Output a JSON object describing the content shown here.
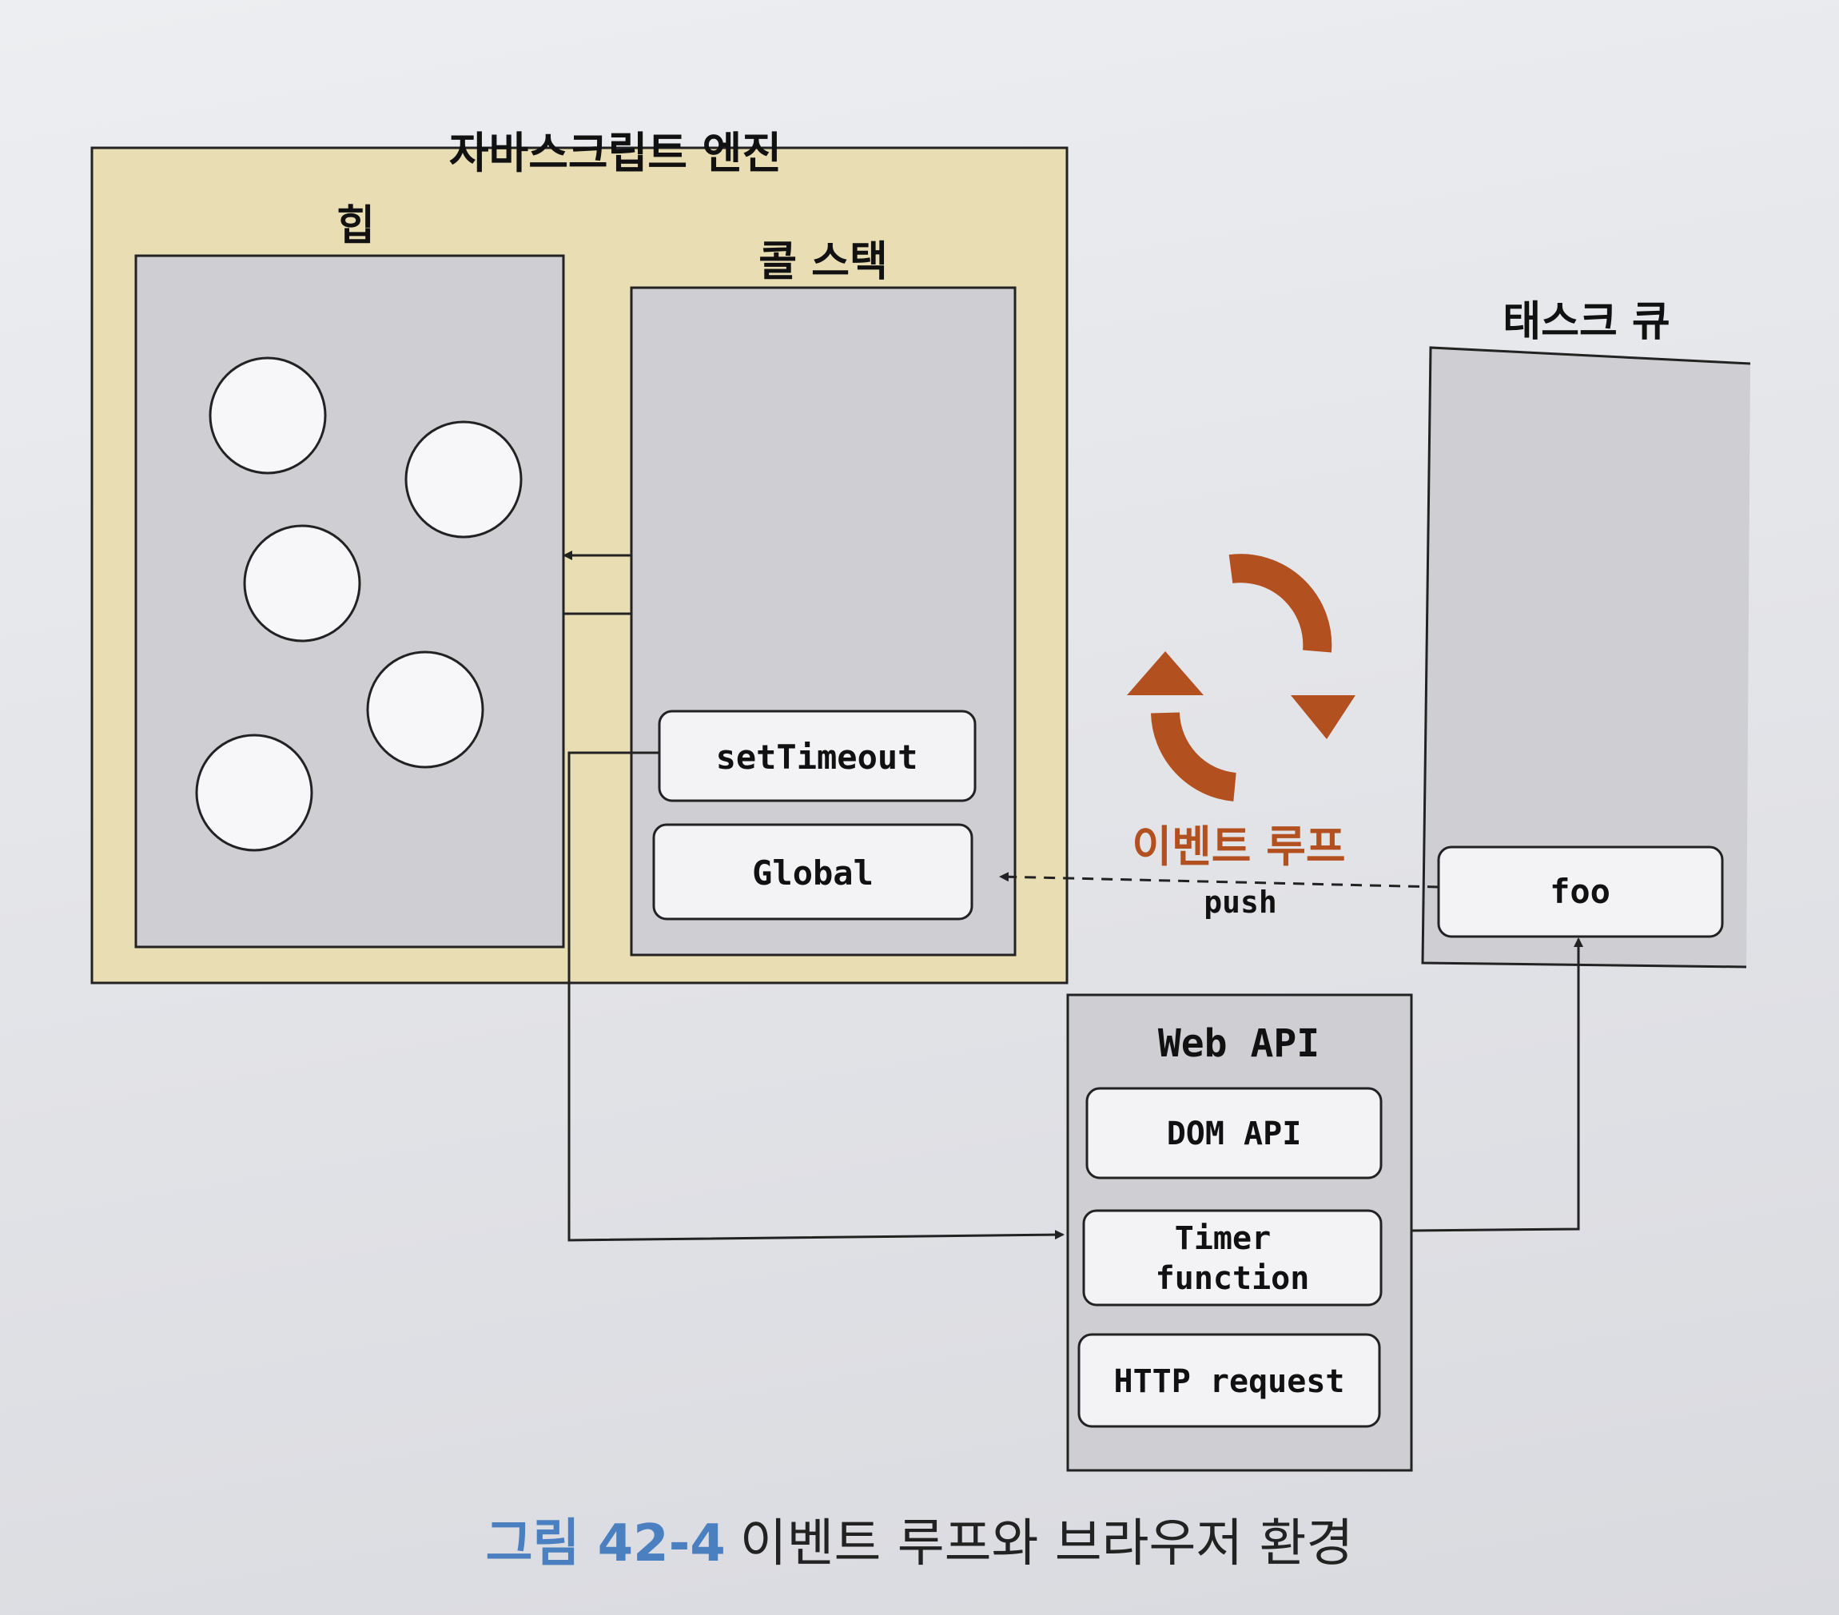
{
  "engine": {
    "title": "자바스크립트 엔진"
  },
  "heap": {
    "title": "힙"
  },
  "call_stack": {
    "title": "콜 스택",
    "frames": [
      "setTimeout",
      "Global"
    ]
  },
  "task_queue": {
    "title": "태스크 큐",
    "items": [
      "foo"
    ]
  },
  "event_loop": {
    "label": "이벤트 루프",
    "push_label": "push"
  },
  "web_api": {
    "title": "Web API",
    "items": [
      "DOM API",
      "Timer\nfunction",
      "HTTP request"
    ]
  },
  "caption": {
    "figure": "그림 42-4",
    "text": "이벤트 루프와 브라우저 환경"
  },
  "colors": {
    "engine_bg": "#e9ddb4",
    "panel": "#cfced3",
    "loop": "#b35020",
    "caption_fig": "#4a7fc0"
  }
}
